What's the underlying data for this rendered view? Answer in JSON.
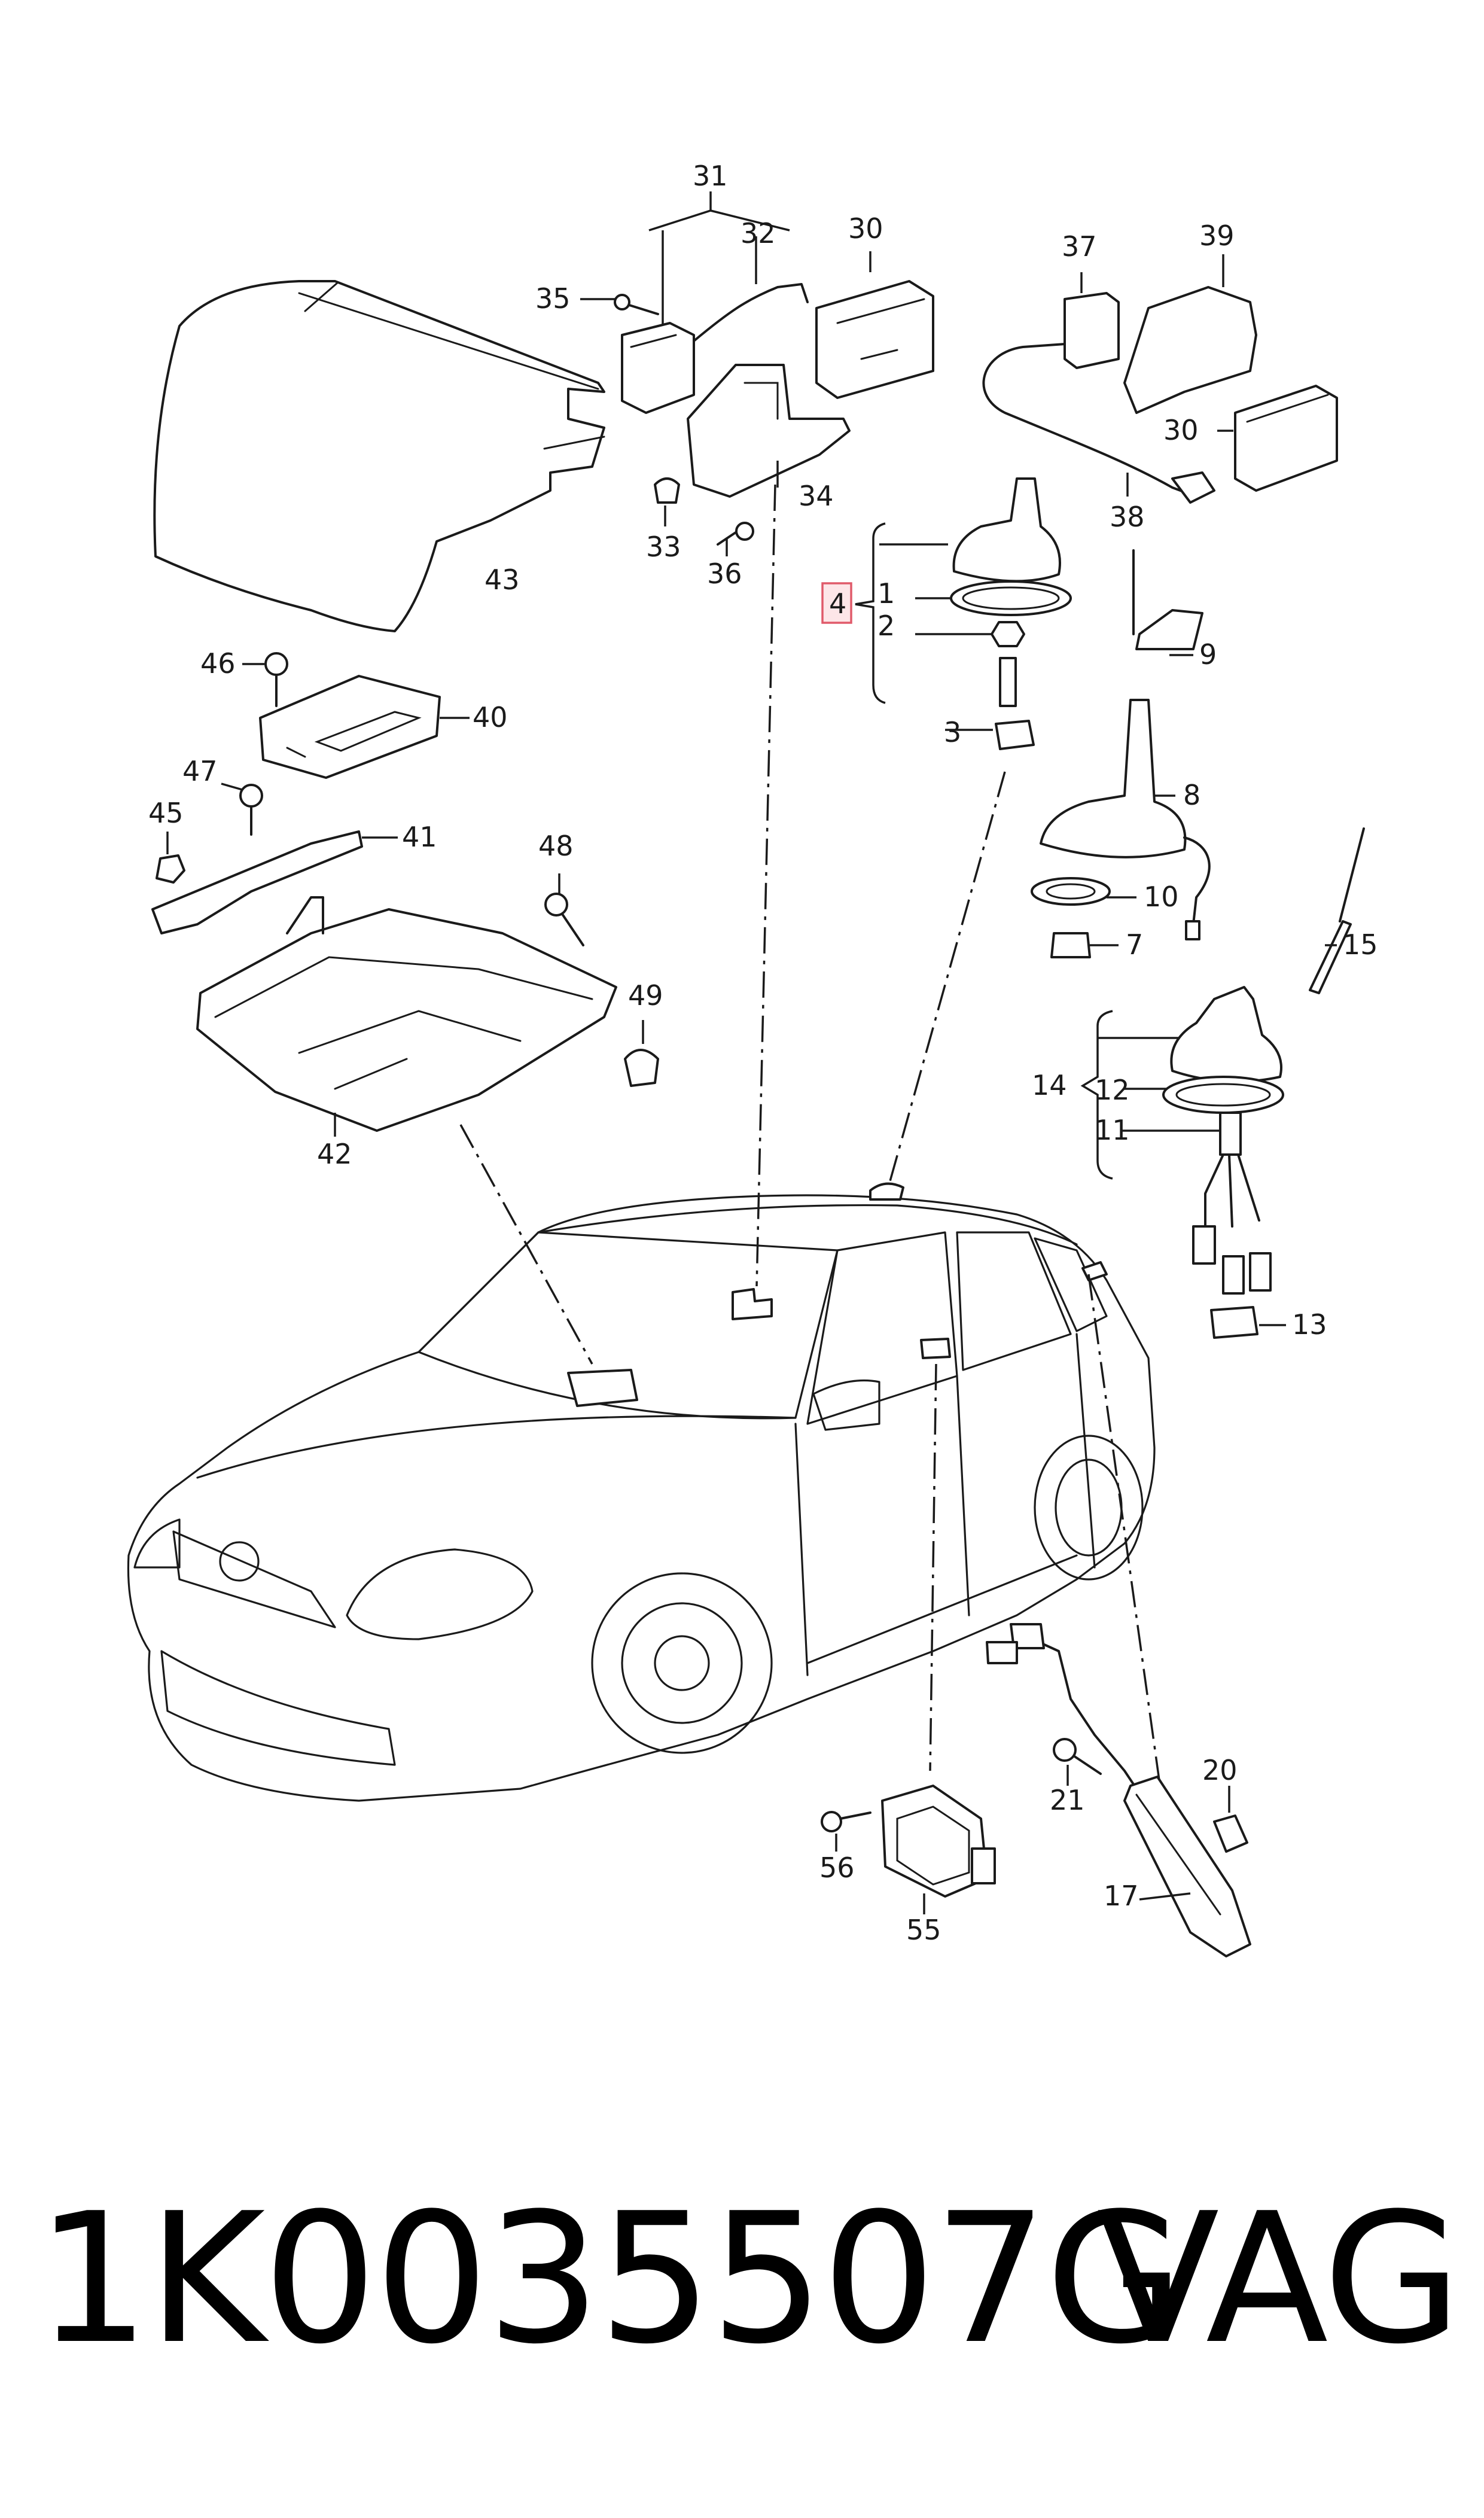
{
  "labels": {
    "l1": "1",
    "l2": "2",
    "l3": "3",
    "l4": "4",
    "l7": "7",
    "l8": "8",
    "l9": "9",
    "l10": "10",
    "l11": "11",
    "l12": "12",
    "l13": "13",
    "l14": "14",
    "l15": "15",
    "l17": "17",
    "l20": "20",
    "l21": "21",
    "l30a": "30",
    "l30b": "30",
    "l31": "31",
    "l32": "32",
    "l33": "33",
    "l34": "34",
    "l35": "35",
    "l36": "36",
    "l37": "37",
    "l38": "38",
    "l39": "39",
    "l40": "40",
    "l41": "41",
    "l42": "42",
    "l43": "43",
    "l45": "45",
    "l46": "46",
    "l47": "47",
    "l48": "48",
    "l49": "49",
    "l55": "55",
    "l56": "56"
  },
  "highlight": {
    "part": "4",
    "color": "#e05a6a",
    "fill": "#fde6e8"
  },
  "caption": {
    "part_number": "1K0035507G",
    "brand": "VAG"
  }
}
